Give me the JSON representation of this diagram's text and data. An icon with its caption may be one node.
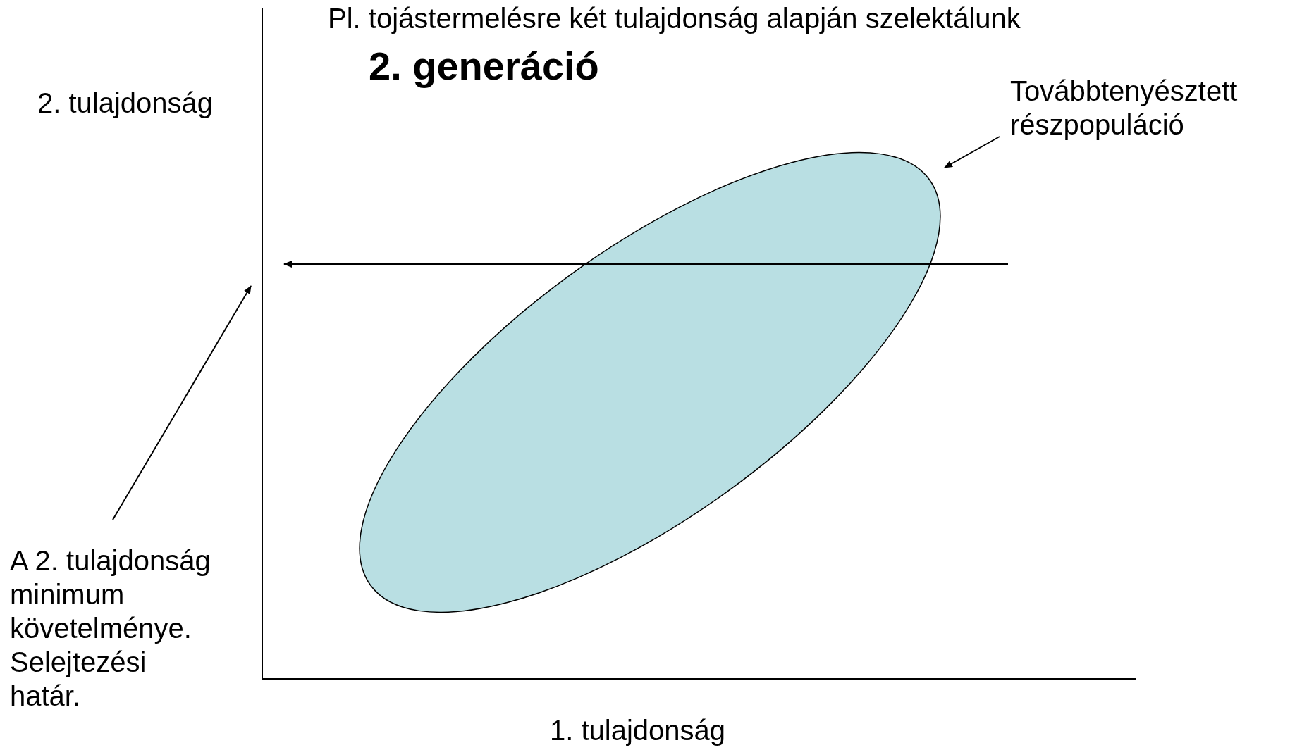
{
  "diagram": {
    "title": "2. generáció",
    "nodes": [
      {
        "text": [
          "Továbbtenyésztett részpopuláció"
        ]
      },
      {
        "text": [],
        "shape": "ellipse"
      },
      {
        "text": [
          "A 2. tulajdonság minimum követelménye. Selejtezési határ."
        ]
      }
    ],
    "edges": [
      {
        "from": 0,
        "to": 1,
        "arrow": "to"
      },
      {
        "from": 2,
        "to": null,
        "arrow": "to"
      }
    ],
    "labels": [
      "Pl. tojástermelésre két tulajdonság alapján szelektálunk",
      "2. tulajdonság",
      "1. tulajdonság"
    ]
  }
}
